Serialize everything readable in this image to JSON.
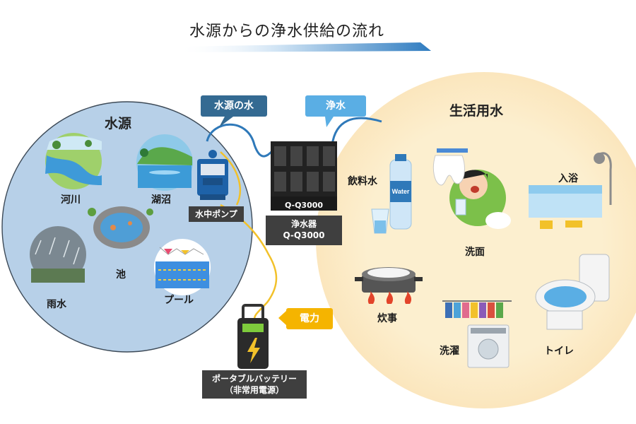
{
  "title": "水源からの浄水供給の流れ",
  "source": {
    "title": "水源",
    "items": [
      "河川",
      "湖沼",
      "池",
      "雨水",
      "プール"
    ]
  },
  "tags": {
    "source_water": "水源の水",
    "clean_water": "浄水",
    "power": "電力"
  },
  "pump": {
    "label": "水中ポンプ"
  },
  "purifier": {
    "model": "Q-Q3000",
    "caption_line1": "浄水器",
    "caption_line2": "Q-Q3000"
  },
  "battery": {
    "line1": "ポータブルバッテリー",
    "line2": "（非常用電源）"
  },
  "bottle_text": "Water",
  "life": {
    "title": "生活用水",
    "items": [
      "飲料水",
      "洗面",
      "入浴",
      "炊事",
      "洗濯",
      "トイレ"
    ]
  },
  "colors": {
    "source_circle": "#b7d0e8",
    "life_circle": "#fcefcf",
    "tag_dark_blue": "#346a92",
    "tag_light_blue": "#5aaee4",
    "tag_power": "#f5b400",
    "hose": "#2f79b9",
    "cable": "#f2c12a"
  }
}
